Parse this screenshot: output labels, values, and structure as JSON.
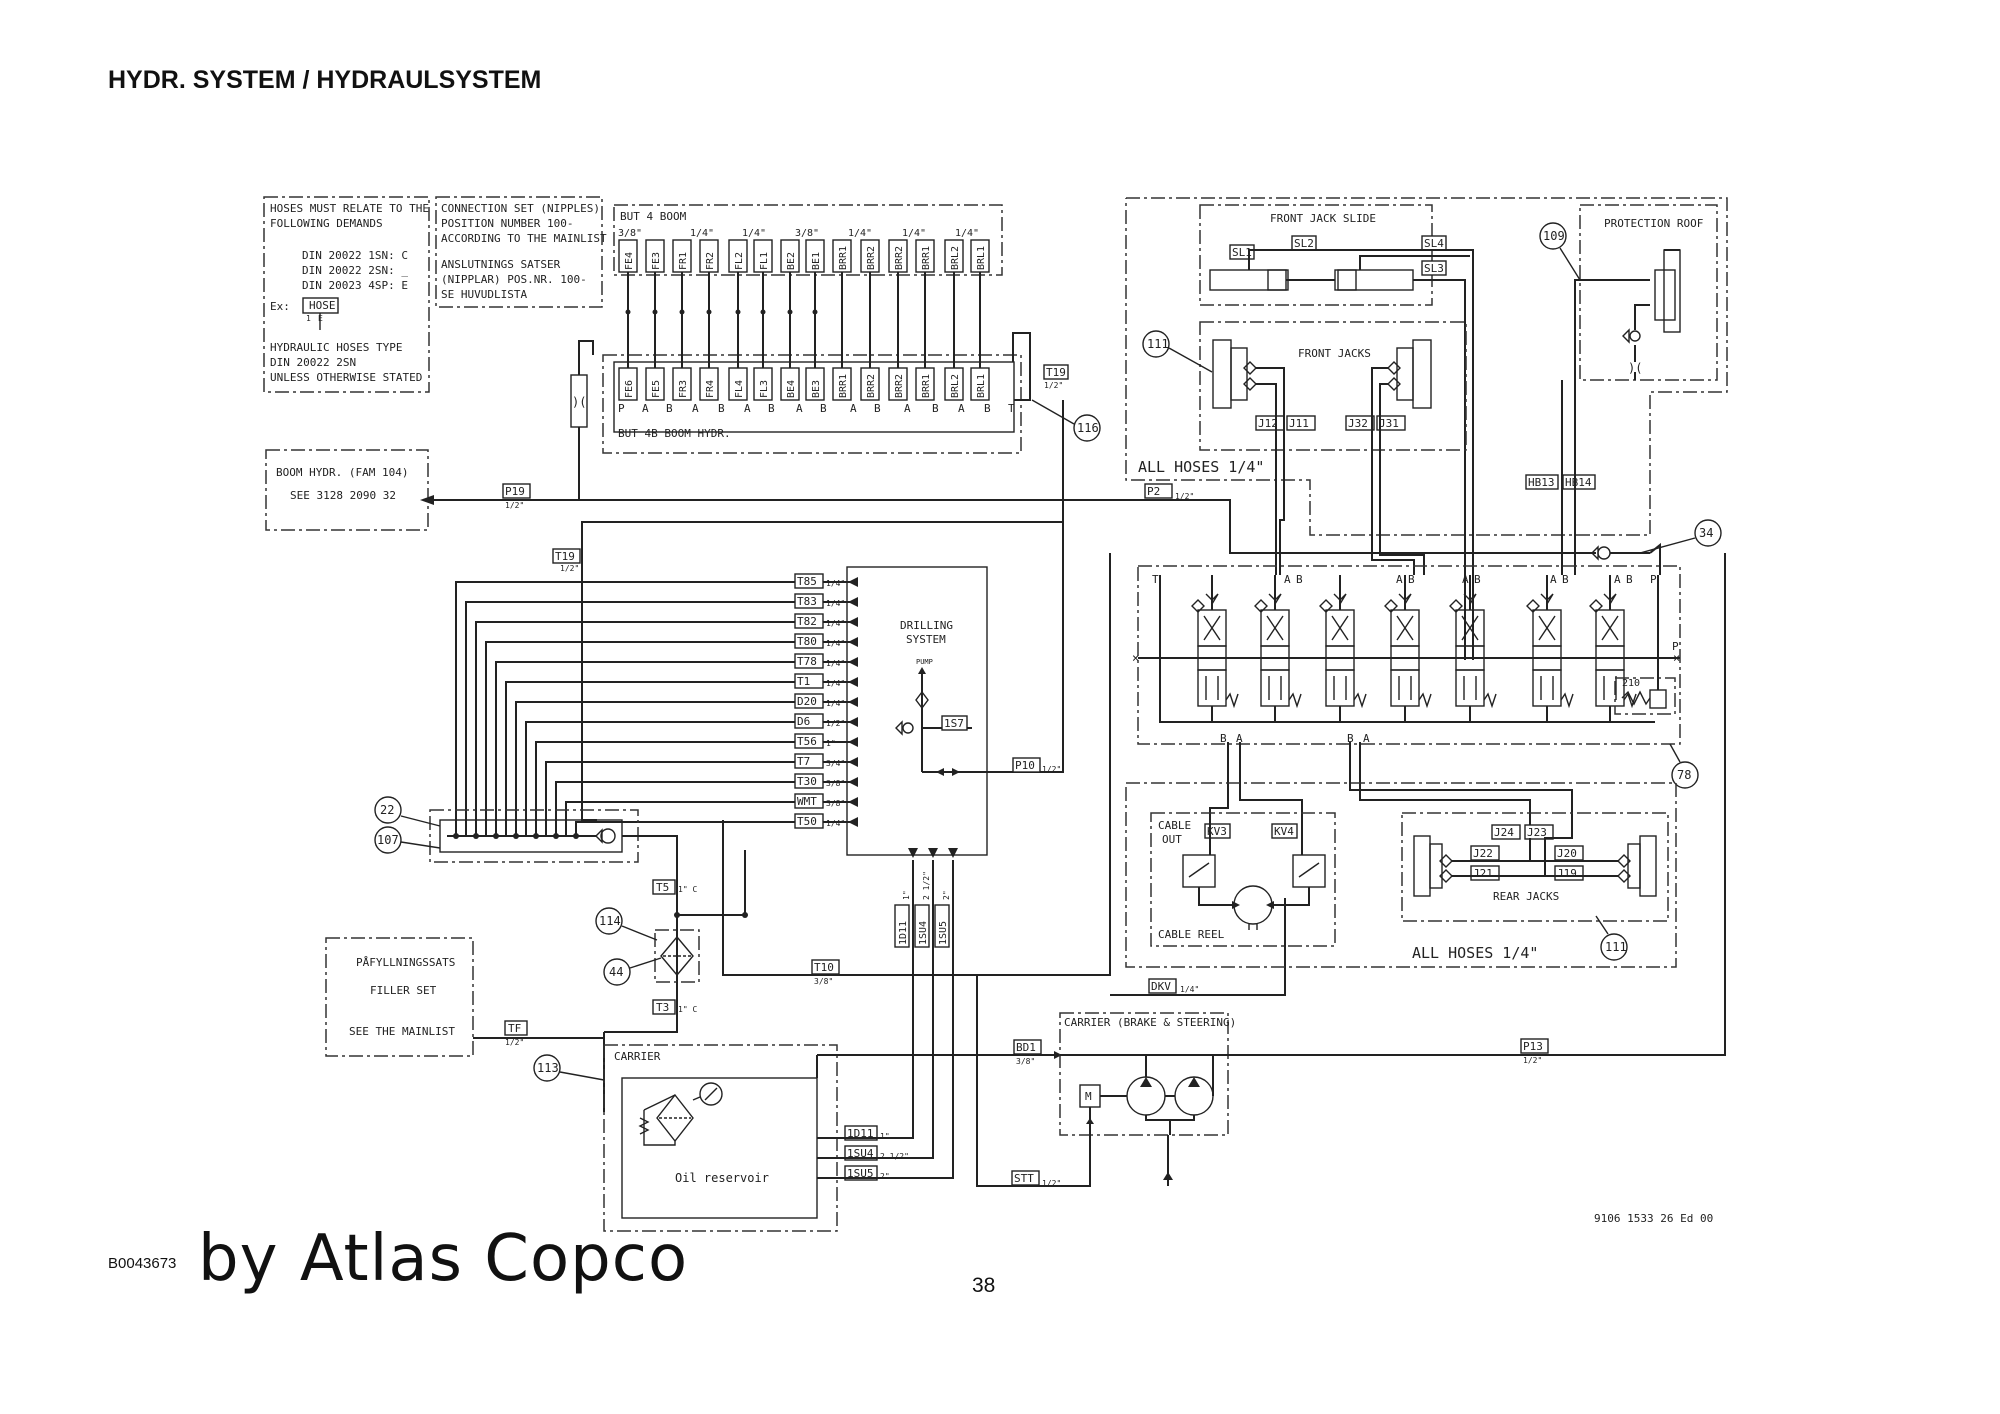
{
  "header": {
    "title": "HYDR. SYSTEM / HYDRAULSYSTEM"
  },
  "notes": {
    "hose_demands": [
      "HOSES MUST RELATE TO THE",
      "FOLLOWING DEMANDS",
      "DIN 20022 1SN: C",
      "DIN 20022 2SN: _",
      "DIN 20023 4SP: E"
    ],
    "hose_example_prefix": "Ex:",
    "hose_example": "HOSE",
    "hose_example_marks": [
      "1",
      "E"
    ],
    "hose_type": [
      "HYDRAULIC HOSES TYPE",
      "DIN 20022 2SN",
      "UNLESS OTHERWISE STATED"
    ],
    "connection_set": [
      "CONNECTION SET (NIPPLES)",
      "POSITION NUMBER 100-",
      "ACCORDING TO THE MAINLIST",
      "ANSLUTNINGS SATSER",
      "(NIPPLAR) POS.NR. 100-",
      "SE HUVUDLISTA"
    ]
  },
  "boom": {
    "top_title": "BUT 4 BOOM",
    "top_sizes": [
      "3/8\"",
      "1/4\"",
      "1/4\"",
      "3/8\"",
      "1/4\"",
      "1/4\"",
      "1/4\""
    ],
    "ports": [
      "FE4",
      "FE3",
      "FR1",
      "FR2",
      "FL2",
      "FL1",
      "BE2",
      "BE1",
      "BRR1",
      "BRR2",
      "BRR2",
      "BRR1",
      "BRL2",
      "BRL1"
    ],
    "bottom_ports": [
      "FE6",
      "FE5",
      "FR3",
      "FR4",
      "FL4",
      "FL3",
      "BE4",
      "BE3",
      "BRR1",
      "BRR2",
      "BRR2",
      "BRR1",
      "BRL2",
      "BRL1"
    ],
    "ab_letters": [
      "P",
      "A",
      "B",
      "A",
      "B",
      "A",
      "B",
      "A",
      "B",
      "A",
      "B",
      "A",
      "B",
      "A",
      "B",
      "T"
    ],
    "bottom_title": "BUT 4B BOOM HYDR.",
    "hydr_ref": [
      "BOOM HYDR. (FAM 104)",
      "SEE 3128 2090 32"
    ]
  },
  "hoses": {
    "P19": {
      "label": "P19",
      "size": "1/2\""
    },
    "T19_top": {
      "label": "T19",
      "size": "1/2\""
    },
    "T19_left": {
      "label": "T19",
      "size": "1/2\""
    },
    "P2": {
      "label": "P2",
      "size": "1/2\""
    },
    "P10": {
      "label": "P10",
      "size": "1/2\""
    },
    "T5": {
      "label": "T5",
      "size": "1\" C"
    },
    "T3": {
      "label": "T3",
      "size": "1\" C"
    },
    "T10": {
      "label": "T10",
      "size": "3/8\""
    },
    "TF": {
      "label": "TF",
      "size": "1/2\""
    },
    "DKV": {
      "label": "DKV",
      "size": "1/4\""
    },
    "BD1": {
      "label": "BD1",
      "size": "3/8\""
    },
    "P13": {
      "label": "P13",
      "size": "1/2\""
    },
    "STT": {
      "label": "STT",
      "size": "1/2\""
    },
    "HB13": {
      "label": "HB13"
    },
    "HB14": {
      "label": "HB14"
    }
  },
  "drilling": {
    "title": [
      "DRILLING",
      "SYSTEM"
    ],
    "pump": "PUMP",
    "valve_label": "1S7",
    "lines": [
      {
        "label": "T85",
        "size": "1/4\""
      },
      {
        "label": "T83",
        "size": "1/4\""
      },
      {
        "label": "T82",
        "size": "1/4\""
      },
      {
        "label": "T80",
        "size": "1/4\""
      },
      {
        "label": "T78",
        "size": "1/4\""
      },
      {
        "label": "T1",
        "size": "1/4\""
      },
      {
        "label": "D20",
        "size": "1/4\""
      },
      {
        "label": "D6",
        "size": "1/2\""
      },
      {
        "label": "T56",
        "size": "1\""
      },
      {
        "label": "T7",
        "size": "3/4\""
      },
      {
        "label": "T30",
        "size": "3/8\""
      },
      {
        "label": "WMT",
        "size": "3/8\""
      },
      {
        "label": "T50",
        "size": "1/4\""
      }
    ],
    "vertical_hoses": [
      {
        "label": "1D11",
        "size": "1\""
      },
      {
        "label": "1SU4",
        "size": "2 1/2\""
      },
      {
        "label": "1SU5",
        "size": "2\""
      }
    ]
  },
  "front": {
    "jack_slide_title": "FRONT JACK SLIDE",
    "jack_slide_labels": [
      "SL1",
      "SL2",
      "SL4",
      "SL3"
    ],
    "jacks_title": "FRONT JACKS",
    "jacks_labels": [
      "J12",
      "J11",
      "J32",
      "J31"
    ],
    "roof_title": "PROTECTION ROOF",
    "all_hoses": "ALL HOSES 1/4\""
  },
  "valve_bank": {
    "port_letters": [
      "T",
      "A",
      "B",
      "A",
      "B",
      "A",
      "B",
      "A",
      "B",
      "A",
      "B",
      "P"
    ],
    "side_p": "P",
    "bottom_letters": [
      "B",
      "A",
      "B",
      "A"
    ],
    "relief_label": "210"
  },
  "rear": {
    "cable_title": [
      "CABLE",
      "OUT"
    ],
    "cable_valves": [
      "KV3",
      "KV4"
    ],
    "cable_reel": "CABLE REEL",
    "jack_labels": [
      "J24",
      "J23",
      "J22",
      "J20",
      "J21",
      "J19"
    ],
    "jacks_title": "REAR JACKS",
    "all_hoses": "ALL HOSES 1/4\""
  },
  "filler": {
    "lines": [
      "PÅFYLLNINGSSATS",
      "FILLER SET",
      "SEE THE MAINLIST"
    ]
  },
  "carrier": {
    "title": "CARRIER",
    "reservoir": "Oil reservoir",
    "res_lines": [
      {
        "label": "1D11",
        "size": "1\""
      },
      {
        "label": "1SU4",
        "size": "2 1/2\""
      },
      {
        "label": "1SU5",
        "size": "2\""
      }
    ],
    "brake_title": "CARRIER (BRAKE & STEERING)",
    "motor": "M"
  },
  "callouts": [
    "22",
    "107",
    "114",
    "44",
    "113",
    "116",
    "111",
    "109",
    "34",
    "78",
    "111"
  ],
  "drawing_number": "9106 1533 26 Ed 00",
  "footer": {
    "code": "B0043673",
    "brand": "by Atlas Copco",
    "page": "38"
  }
}
